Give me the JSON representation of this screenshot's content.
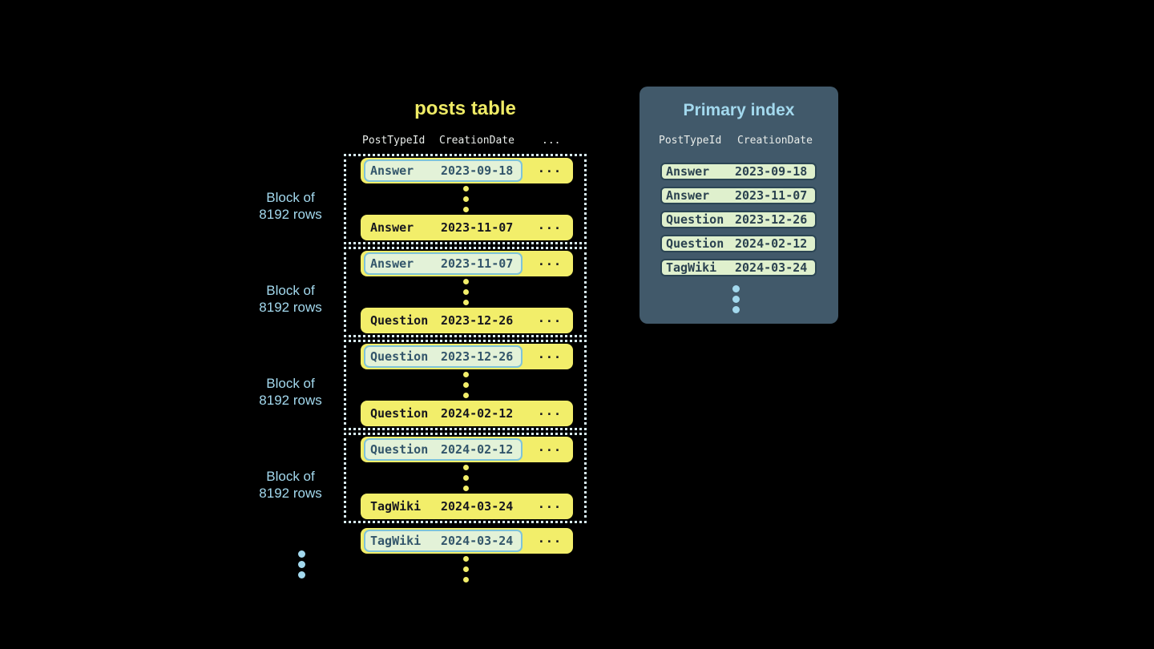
{
  "colors": {
    "background": "#000000",
    "row_yellow": "#f2ee6a",
    "title_yellow": "#efeb65",
    "highlight_green": "#e3f2d8",
    "highlight_border": "#7ec3da",
    "highlight_text": "#33566b",
    "row_text_dark": "#17171f",
    "panel_slate": "#41596a",
    "index_row_green": "#dff0cd",
    "index_row_border": "#2b4554",
    "index_row_text": "#2b4250",
    "accent_blue": "#a3d9ee",
    "header_white": "#e9edea",
    "dotted_border": "#d9eef5"
  },
  "posts_table": {
    "title": "posts table",
    "headers": {
      "col1": "PostTypeId",
      "col2": "CreationDate",
      "more": "..."
    },
    "block_label_line1": "Block of",
    "block_label_line2": "8192 rows",
    "ellipsis": "...",
    "blocks": [
      {
        "first": {
          "type": "Answer",
          "date": "2023-09-18"
        },
        "last": {
          "type": "Answer",
          "date": "2023-11-07"
        }
      },
      {
        "first": {
          "type": "Answer",
          "date": "2023-11-07"
        },
        "last": {
          "type": "Question",
          "date": "2023-12-26"
        }
      },
      {
        "first": {
          "type": "Question",
          "date": "2023-12-26"
        },
        "last": {
          "type": "Question",
          "date": "2024-02-12"
        }
      },
      {
        "first": {
          "type": "Question",
          "date": "2024-02-12"
        },
        "last": {
          "type": "TagWiki",
          "date": "2024-03-24"
        }
      }
    ],
    "overflow_row": {
      "type": "TagWiki",
      "date": "2024-03-24"
    }
  },
  "primary_index": {
    "title": "Primary index",
    "headers": {
      "col1": "PostTypeId",
      "col2": "CreationDate"
    },
    "rows": [
      {
        "type": "Answer",
        "date": "2023-09-18"
      },
      {
        "type": "Answer",
        "date": "2023-11-07"
      },
      {
        "type": "Question",
        "date": "2023-12-26"
      },
      {
        "type": "Question",
        "date": "2024-02-12"
      },
      {
        "type": "TagWiki",
        "date": "2024-03-24"
      }
    ]
  }
}
